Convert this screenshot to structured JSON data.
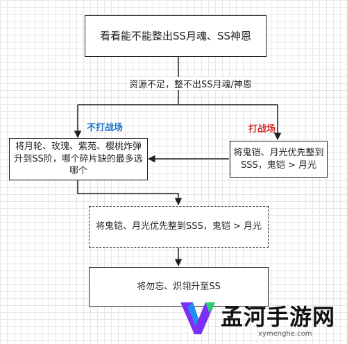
{
  "colors": {
    "no_battle_label": "#1a73c8",
    "battle_label": "#d0312d",
    "logo_purple": "#7b2ff7",
    "logo_blue": "#1f8ef1",
    "logo_green": "#2ecc71"
  },
  "flowchart": {
    "start_node": "看看能不能整出SS月魂、SS神恩",
    "condition_label": "资源不足，整不出SS月魂/神恩",
    "branch_no_battle_label": "不打战场",
    "branch_battle_label": "打战场",
    "left_node": "将月轮、玫瑰、紫苑、樱桃炸弹升到SS阶，哪个碎片缺的最多选哪个",
    "right_node": "将鬼铠、月光优先整到SSS，鬼铠 > 月光",
    "dashed_node": "将鬼铠、月光优先整到SSS，鬼铠 > 月光",
    "final_node": "将勿忘、炽翎升至SS"
  },
  "watermark": {
    "logo_icon": "stylized-v-logo",
    "name": "孟河手游网",
    "url": "xymenghe.com"
  }
}
